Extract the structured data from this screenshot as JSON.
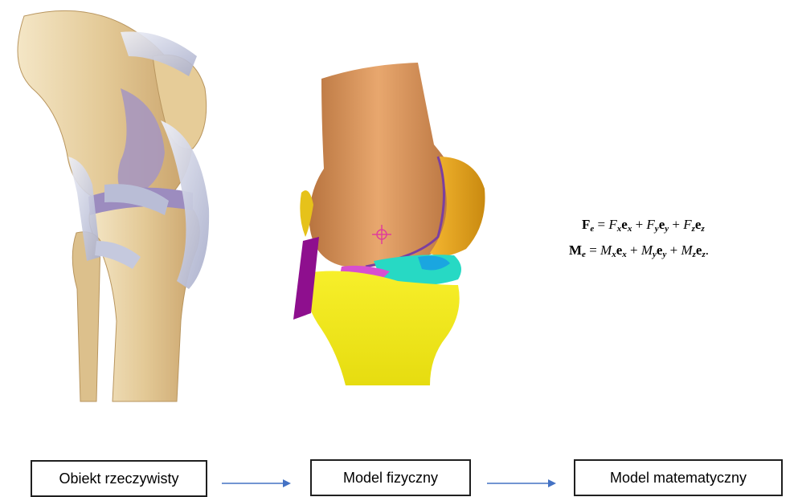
{
  "equations": {
    "force": {
      "lhs": "F",
      "lhs_sub": "e",
      "terms": [
        {
          "coef": "F",
          "coef_sub": "x",
          "vec": "e",
          "vec_sub": "x"
        },
        {
          "coef": "F",
          "coef_sub": "y",
          "vec": "e",
          "vec_sub": "y"
        },
        {
          "coef": "F",
          "coef_sub": "z",
          "vec": "e",
          "vec_sub": "z"
        }
      ],
      "end": ""
    },
    "moment": {
      "lhs": "M",
      "lhs_sub": "e",
      "terms": [
        {
          "coef": "M",
          "coef_sub": "x",
          "vec": "e",
          "vec_sub": "x"
        },
        {
          "coef": "M",
          "coef_sub": "y",
          "vec": "e",
          "vec_sub": "y"
        },
        {
          "coef": "M",
          "coef_sub": "z",
          "vec": "e",
          "vec_sub": "z"
        }
      ],
      "end": "."
    }
  },
  "flow": {
    "step1": "Obiekt rzeczywisty",
    "step2": "Model fizyczny",
    "step3": "Model matematyczny"
  },
  "colors": {
    "arrow": "#4472c4",
    "box_border": "#1f1f1f",
    "femur_model": "#d08a52",
    "tibia_model": "#f2ea1a",
    "patella_model": "#e8a21a",
    "ligament_model": "#8e0f8e",
    "meniscus_model": "#27d9c4",
    "bone_illustration": "#e7cfa0",
    "ligament_illustration": "#c9cde0"
  }
}
